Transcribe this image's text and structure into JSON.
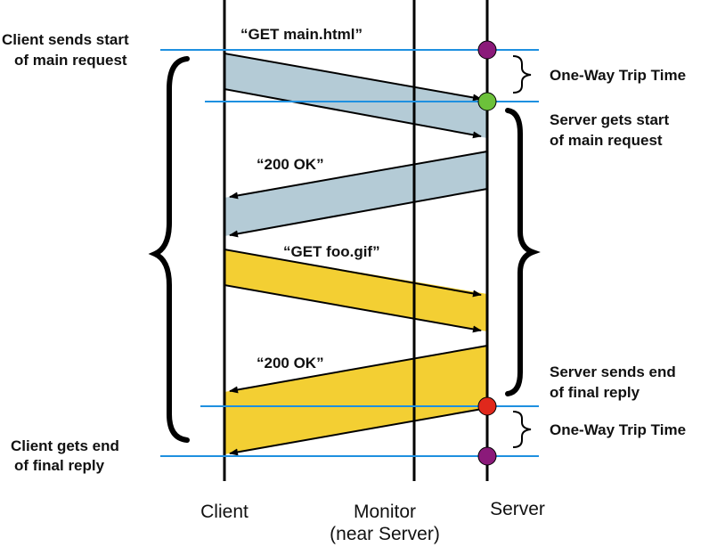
{
  "colors": {
    "request_band": "#b4cbd6",
    "reply_band_1": "#b4cbd6",
    "request_band_2": "#f3cf33",
    "reply_band_2": "#f3cf33",
    "timeline": "#000000",
    "marker_line": "#1e90e0",
    "dot_purple": "#8b1a7a",
    "dot_green": "#6cc13a",
    "dot_red": "#e0281c"
  },
  "messages": {
    "get_main": "“GET main.html”",
    "ok_1": "“200 OK”",
    "get_foo": "“GET foo.gif”",
    "ok_2": "“200 OK”"
  },
  "annotations": {
    "client_start_1": "Client sends start",
    "client_start_2": "of main request",
    "server_start_1": "Server gets start",
    "server_start_2": "of main request",
    "owtt_top": "One-Way Trip Time",
    "server_end_1": "Server sends end",
    "server_end_2": "of final reply",
    "owtt_bottom": "One-Way Trip Time",
    "client_end_1": "Client gets end",
    "client_end_2": "of final reply"
  },
  "axis_labels": {
    "client": "Client",
    "monitor_1": "Monitor",
    "monitor_2": "(near Server)",
    "server": "Server"
  }
}
